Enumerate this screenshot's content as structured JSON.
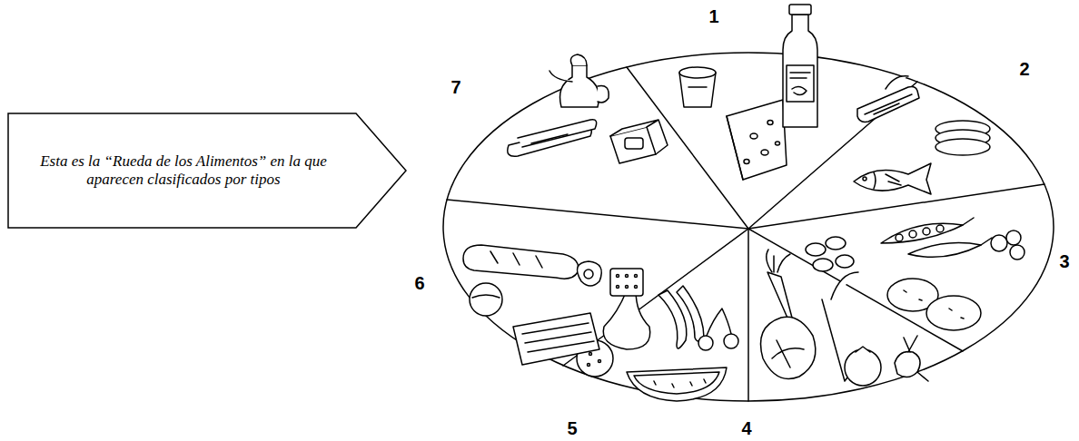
{
  "diagram": {
    "nodes": [
      {
        "text": [
          "Esta es la “Rueda de los Alimentos” en la que aparecen clasificados por tipos"
        ]
      }
    ],
    "labels": [
      "1",
      "2",
      "3",
      "4",
      "5",
      "6",
      "7"
    ]
  }
}
